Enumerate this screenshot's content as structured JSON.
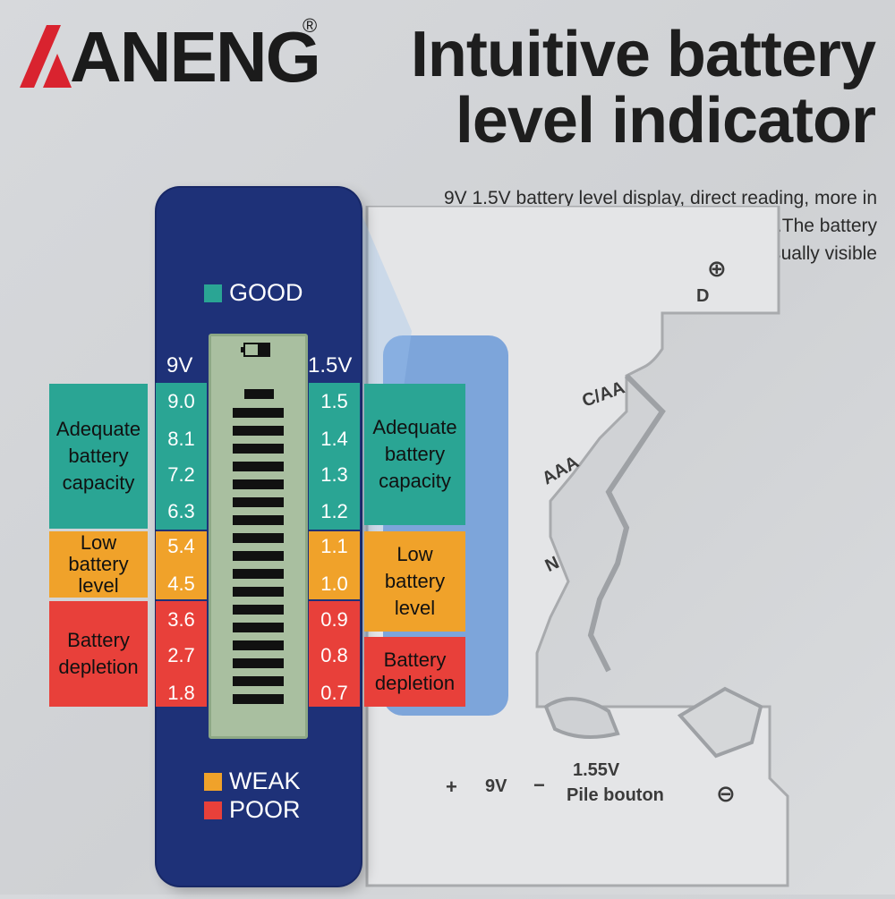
{
  "brand": {
    "name": "ANENG",
    "reg": "®"
  },
  "headline": {
    "line1": "Intuitive battery",
    "line2": "level indicator"
  },
  "description": {
    "line1": "9V 1.5V battery level display, direct reading, more in",
    "line2": "line with public usage needs.The battery",
    "line3": "level bar is visually visible"
  },
  "legend": {
    "good": "GOOD",
    "weak": "WEAK",
    "poor": "POOR"
  },
  "columns": {
    "left": "9V",
    "right": "1.5V"
  },
  "scale_9v": [
    "9.0",
    "8.1",
    "7.2",
    "6.3",
    "5.4",
    "4.5",
    "3.6",
    "2.7",
    "1.8"
  ],
  "scale_15v": [
    "1.5",
    "1.4",
    "1.3",
    "1.2",
    "1.1",
    "1.0",
    "0.9",
    "0.8",
    "0.7"
  ],
  "labels": {
    "left_adequate": "Adequate battery capacity",
    "left_low": "Low battery level",
    "left_depletion": "Battery depletion",
    "right_adequate": "Adequate battery capacity",
    "right_low": "Low battery level",
    "right_depletion": "Battery depletion"
  },
  "device": {
    "plus_symbol": "⊕",
    "minus_symbol": "⊖",
    "slot_d": "D",
    "slot_caa": "C/AA",
    "slot_aaa": "AAA",
    "slot_n": "N",
    "bottom_plus": "+",
    "bottom_9v": "9V",
    "bottom_minus": "−",
    "bottom_155v": "1.55V",
    "bottom_pile": "Pile bouton"
  },
  "colors": {
    "panel": "#1e3178",
    "good": "#2aa594",
    "weak": "#f0a22a",
    "poor": "#e8403a",
    "logo_red": "#d9232f",
    "lcd": "#a9bfa0"
  }
}
